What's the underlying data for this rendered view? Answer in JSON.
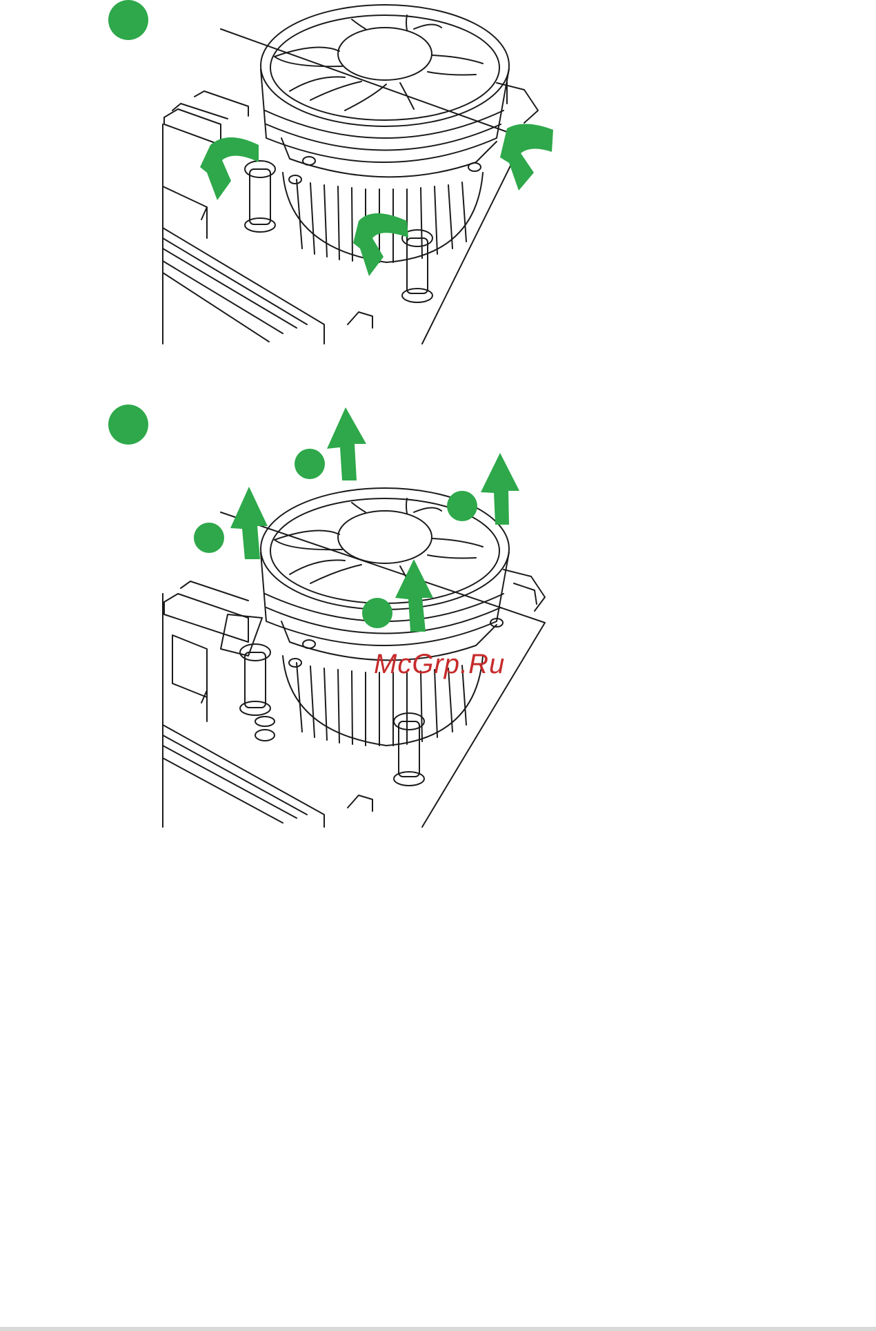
{
  "document": {
    "watermark": "McGrp.Ru",
    "colors": {
      "accent": "#2ea84a",
      "watermark": "#c62b2b",
      "line": "#1a1a1a",
      "footer": "#d9d9d9"
    },
    "figures": [
      {
        "step_marker": "green-circle",
        "arrows": "rotate",
        "arrow_count": 3
      },
      {
        "step_marker": "green-circle",
        "arrows": "lift",
        "arrow_count": 4
      }
    ]
  }
}
